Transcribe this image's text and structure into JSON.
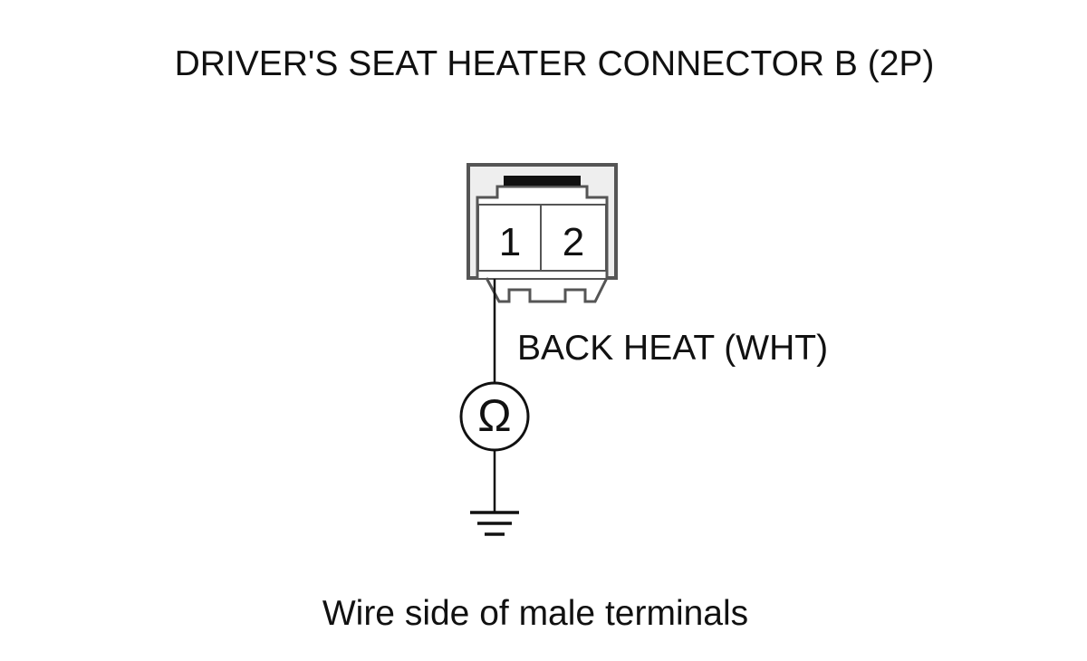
{
  "title": "DRIVER'S SEAT HEATER CONNECTOR B (2P)",
  "connector": {
    "terminals": [
      "1",
      "2"
    ]
  },
  "wire_label": "BACK HEAT (WHT)",
  "meter_symbol": "Ω",
  "caption": "Wire side of male terminals",
  "colors": {
    "line": "#111111",
    "connector_outline": "#555555",
    "connector_fill": "#eeeeee",
    "latch": "#111111",
    "background": "#ffffff"
  }
}
